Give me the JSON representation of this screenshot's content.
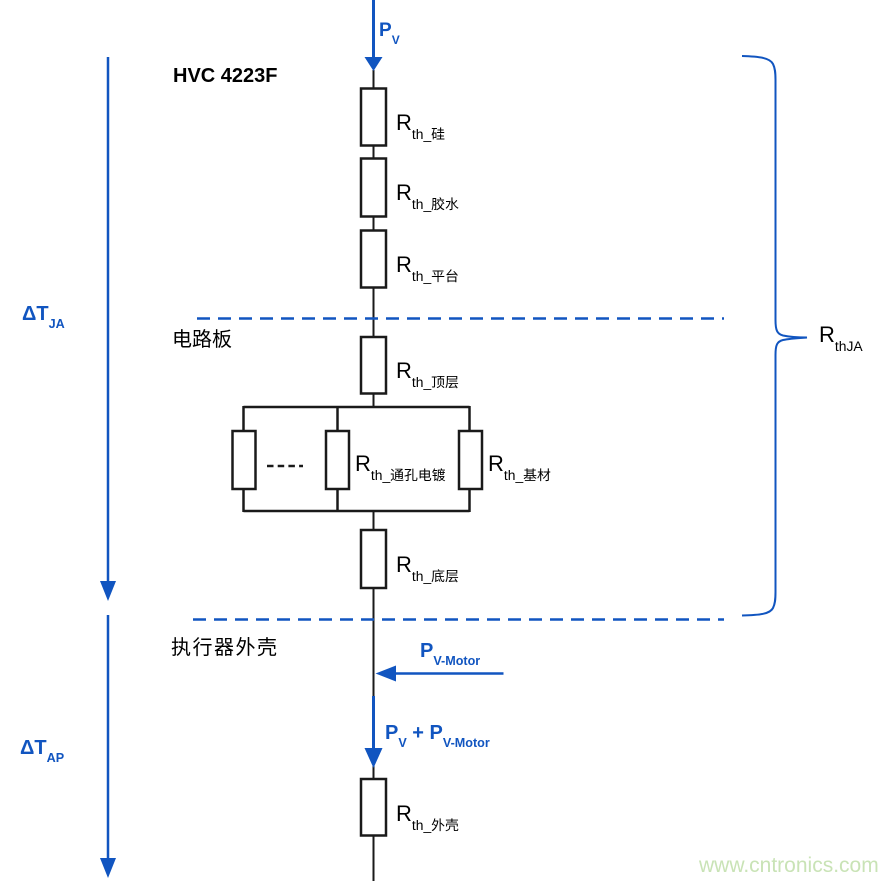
{
  "title": "HVC 4223F",
  "labels": {
    "pv": {
      "main": "P",
      "sub": "V"
    },
    "dtja": {
      "main": "ΔT",
      "sub": "JA"
    },
    "dtap": {
      "main": "ΔT",
      "sub": "AP"
    },
    "board": "电路板",
    "actuator": "执行器外壳",
    "pvmotor": {
      "main": "P",
      "sub": "V-Motor"
    },
    "psum": {
      "p1": "P",
      "s1": "V",
      "plus": " + P",
      "s2": "V-Motor"
    },
    "rthja": {
      "main": "R",
      "sub": "thJA"
    },
    "watermark": "www.cntronics.com"
  },
  "resistors": [
    {
      "id": "silicon",
      "main": "R",
      "sub": "th_硅"
    },
    {
      "id": "glue",
      "main": "R",
      "sub": "th_胶水"
    },
    {
      "id": "platform",
      "main": "R",
      "sub": "th_平台"
    },
    {
      "id": "top-layer",
      "main": "R",
      "sub": "th_顶层"
    },
    {
      "id": "via-plating",
      "main": "R",
      "sub": "th_通孔电镀"
    },
    {
      "id": "substrate",
      "main": "R",
      "sub": "th_基材"
    },
    {
      "id": "bottom-layer",
      "main": "R",
      "sub": "th_底层"
    },
    {
      "id": "housing",
      "main": "R",
      "sub": "th_外壳"
    }
  ],
  "colors": {
    "accent_blue": "#1155c0",
    "line_black": "#1a1a1a",
    "watermark_green": "#c9e3b6"
  }
}
